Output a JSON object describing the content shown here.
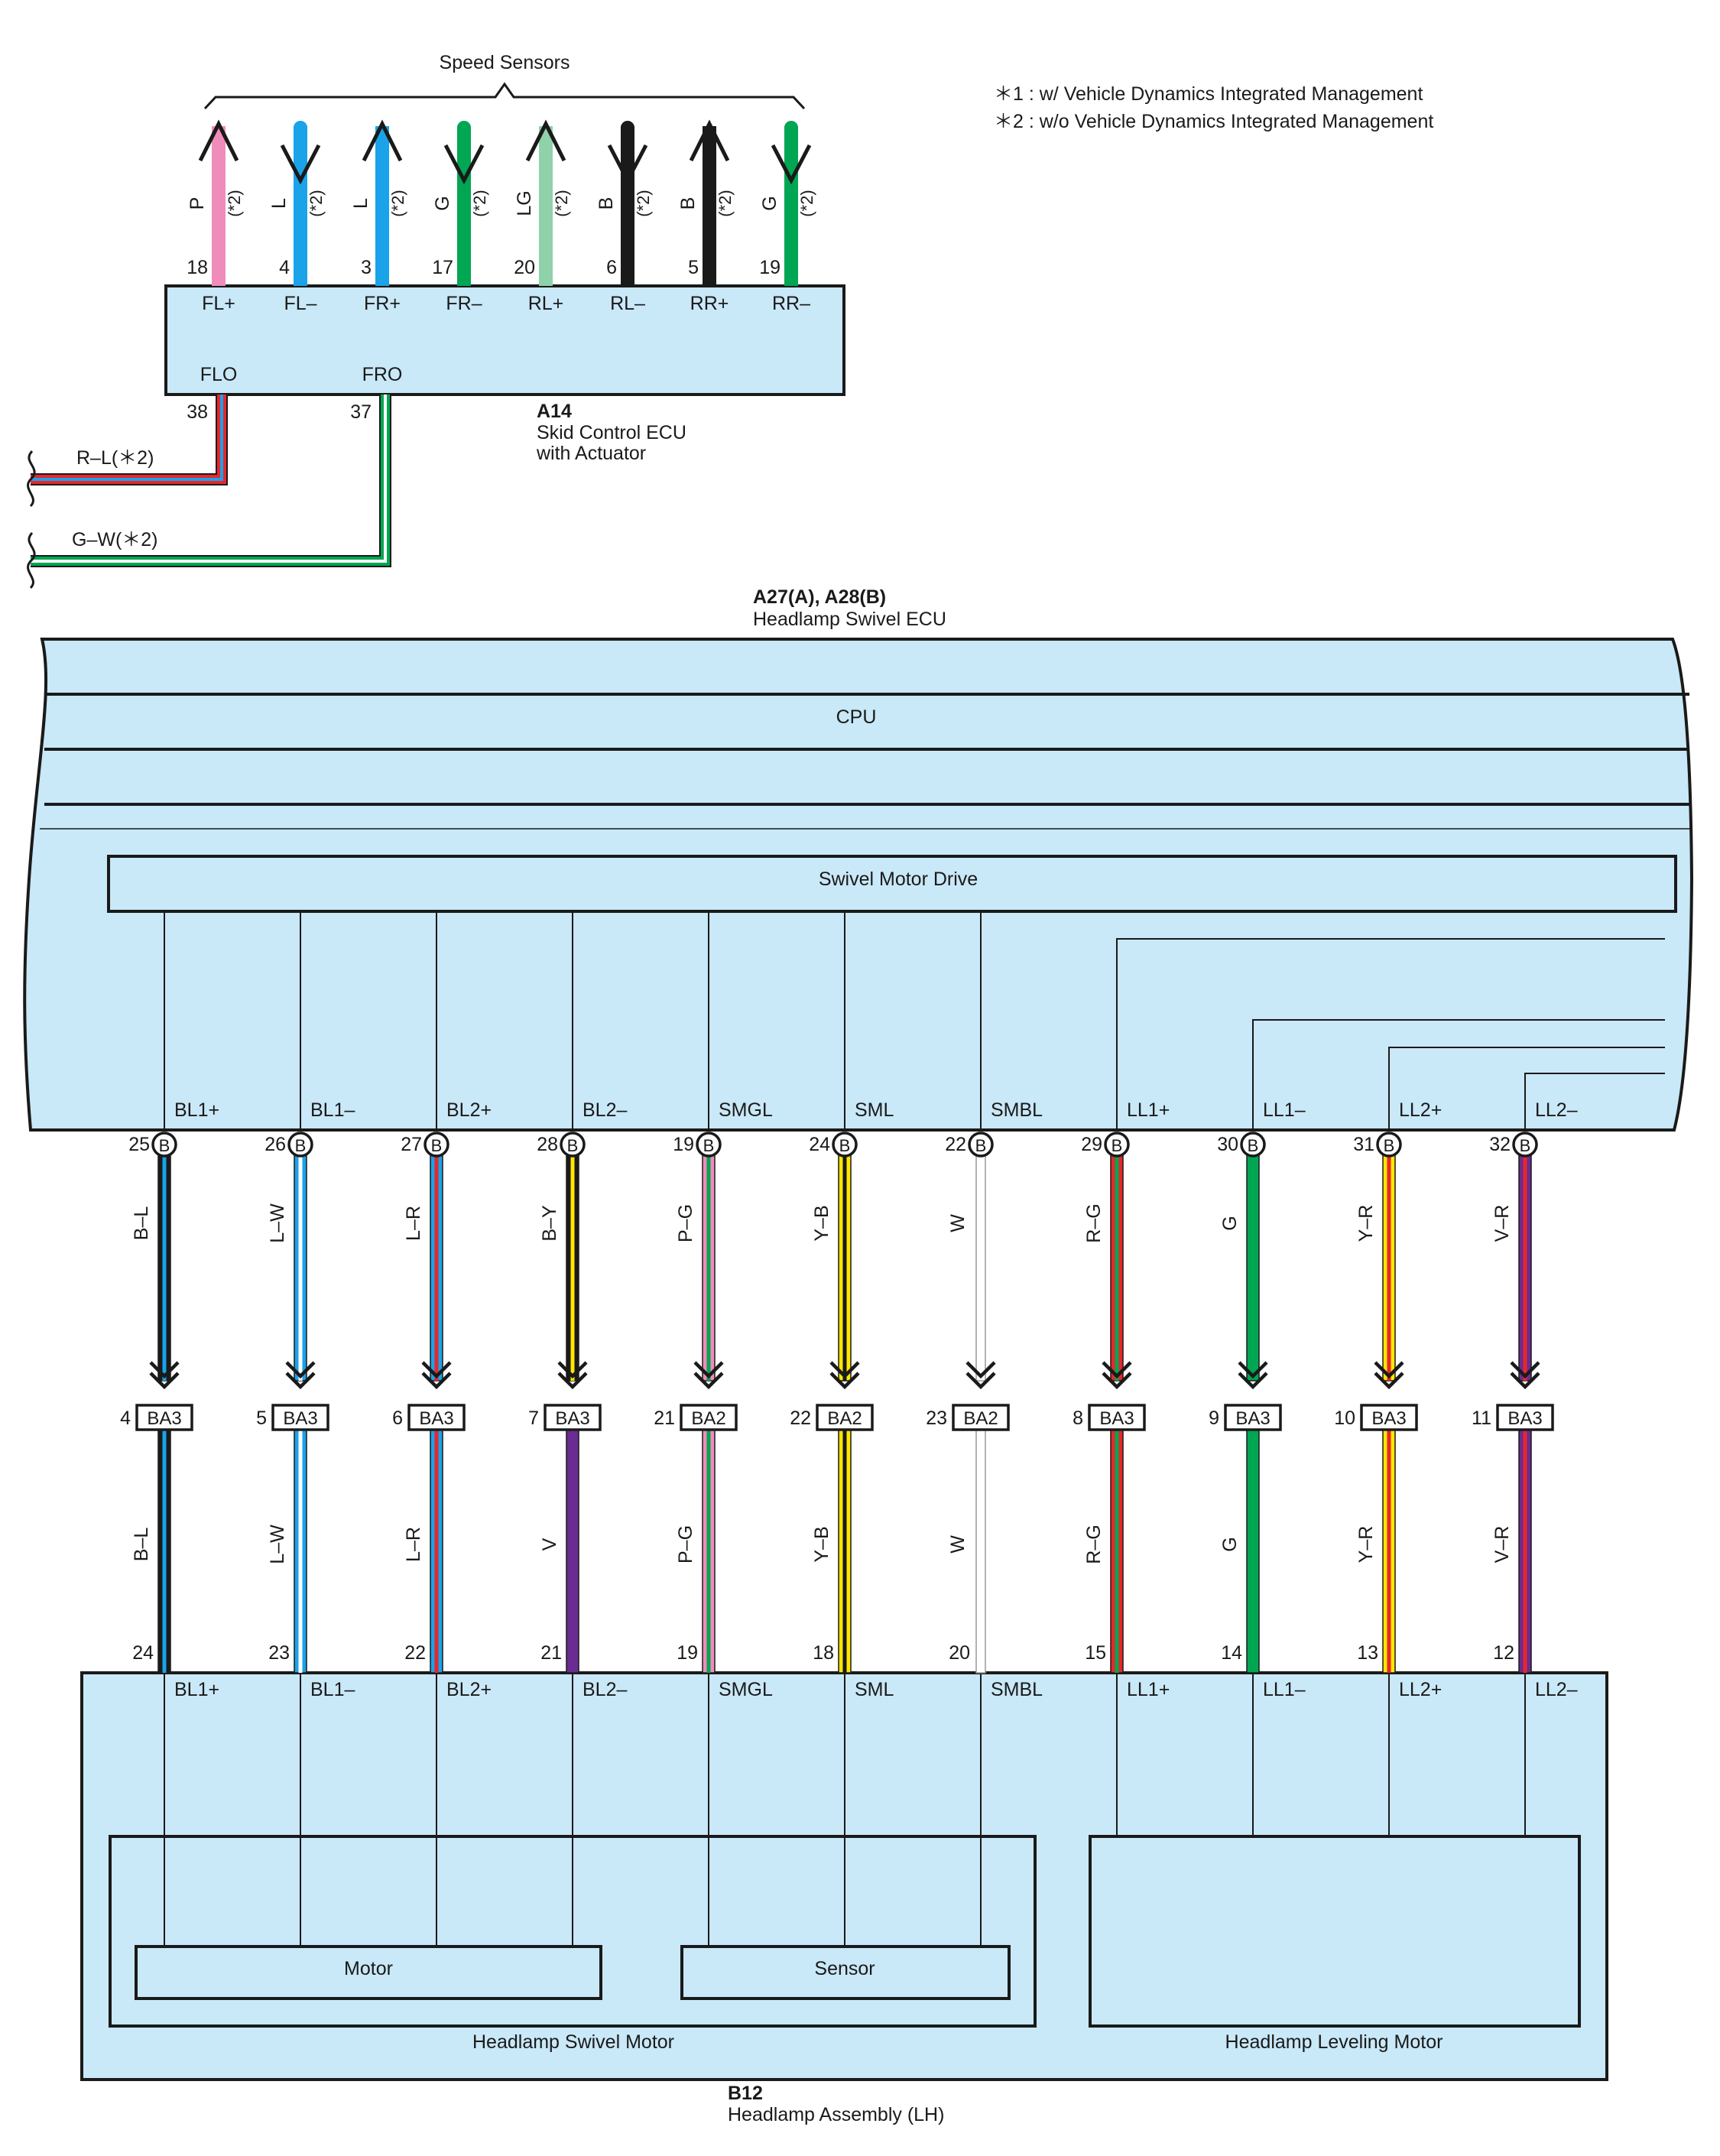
{
  "speed_sensors": {
    "title": "Speed Sensors",
    "pins": [
      {
        "wire": "P",
        "note": "(*2)",
        "pin": "18",
        "label": "FL+",
        "dir": "up",
        "color": "#f08cbc"
      },
      {
        "wire": "L",
        "note": "(*2)",
        "pin": "4",
        "label": "FL–",
        "dir": "down",
        "color": "#1aa3e8"
      },
      {
        "wire": "L",
        "note": "(*2)",
        "pin": "3",
        "label": "FR+",
        "dir": "up",
        "color": "#1aa3e8"
      },
      {
        "wire": "G",
        "note": "(*2)",
        "pin": "17",
        "label": "FR–",
        "dir": "down",
        "color": "#00a651"
      },
      {
        "wire": "LG",
        "note": "(*2)",
        "pin": "20",
        "label": "RL+",
        "dir": "up",
        "color": "#8fd1a8"
      },
      {
        "wire": "B",
        "note": "(*2)",
        "pin": "6",
        "label": "RL–",
        "dir": "down",
        "color": "#1a1a1a"
      },
      {
        "wire": "B",
        "note": "(*2)",
        "pin": "5",
        "label": "RR+",
        "dir": "up",
        "color": "#1a1a1a"
      },
      {
        "wire": "G",
        "note": "(*2)",
        "pin": "19",
        "label": "RR–",
        "dir": "down",
        "color": "#00a651"
      }
    ]
  },
  "notes": [
    {
      "mark": "＊1",
      "text": ": w/ Vehicle Dynamics Integrated Management"
    },
    {
      "mark": "＊2",
      "text": ": w/o Vehicle Dynamics Integrated Management"
    }
  ],
  "skid_ecu": {
    "code": "A14",
    "name_line1": "Skid Control ECU",
    "name_line2": "with Actuator",
    "outputs": [
      {
        "label": "FLO",
        "pin": "38",
        "wire": "R–L(＊2)",
        "c1": "#e8262c",
        "c2": "#1aa3e8"
      },
      {
        "label": "FRO",
        "pin": "37",
        "wire": "G–W(＊2)",
        "c1": "#00a651",
        "c2": "#ffffff"
      }
    ]
  },
  "swivel_ecu": {
    "code": "A27(A), A28(B)",
    "name": "Headlamp Swivel ECU",
    "cpu_label": "CPU",
    "drive_label": "Swivel Motor Drive",
    "conn_letter": "B"
  },
  "circuits": [
    {
      "sig": "BL1+",
      "ecu_pin": "25",
      "wire_top": "B–L",
      "c1": "#1a1a1a",
      "c2": "#1aa3e8",
      "j_pin": "4",
      "j_conn": "BA3",
      "wire_bot": "B–L",
      "b1": "#1a1a1a",
      "b2": "#1aa3e8",
      "hl_pin": "24"
    },
    {
      "sig": "BL1–",
      "ecu_pin": "26",
      "wire_top": "L–W",
      "c1": "#1aa3e8",
      "c2": "#ffffff",
      "j_pin": "5",
      "j_conn": "BA3",
      "wire_bot": "L–W",
      "b1": "#1aa3e8",
      "b2": "#ffffff",
      "hl_pin": "23"
    },
    {
      "sig": "BL2+",
      "ecu_pin": "27",
      "wire_top": "L–R",
      "c1": "#1aa3e8",
      "c2": "#e8262c",
      "j_pin": "6",
      "j_conn": "BA3",
      "wire_bot": "L–R",
      "b1": "#1aa3e8",
      "b2": "#e8262c",
      "hl_pin": "22"
    },
    {
      "sig": "BL2–",
      "ecu_pin": "28",
      "wire_top": "B–Y",
      "c1": "#1a1a1a",
      "c2": "#ffe600",
      "j_pin": "7",
      "j_conn": "BA3",
      "wire_bot": "V",
      "b1": "#6a2c91",
      "b2": "#6a2c91",
      "hl_pin": "21"
    },
    {
      "sig": "SMGL",
      "ecu_pin": "19",
      "wire_top": "P–G",
      "c1": "#f08cbc",
      "c2": "#00a651",
      "j_pin": "21",
      "j_conn": "BA2",
      "wire_bot": "P–G",
      "b1": "#f08cbc",
      "b2": "#00a651",
      "hl_pin": "19"
    },
    {
      "sig": "SML",
      "ecu_pin": "24",
      "wire_top": "Y–B",
      "c1": "#ffe600",
      "c2": "#1a1a1a",
      "j_pin": "22",
      "j_conn": "BA2",
      "wire_bot": "Y–B",
      "b1": "#ffe600",
      "b2": "#1a1a1a",
      "hl_pin": "18"
    },
    {
      "sig": "SMBL",
      "ecu_pin": "22",
      "wire_top": "W",
      "c1": "#ffffff",
      "c2": "#ffffff",
      "j_pin": "23",
      "j_conn": "BA2",
      "wire_bot": "W",
      "b1": "#ffffff",
      "b2": "#ffffff",
      "hl_pin": "20"
    },
    {
      "sig": "LL1+",
      "ecu_pin": "29",
      "wire_top": "R–G",
      "c1": "#e8262c",
      "c2": "#00a651",
      "j_pin": "8",
      "j_conn": "BA3",
      "wire_bot": "R–G",
      "b1": "#e8262c",
      "b2": "#00a651",
      "hl_pin": "15"
    },
    {
      "sig": "LL1–",
      "ecu_pin": "30",
      "wire_top": "G",
      "c1": "#00a651",
      "c2": "#00a651",
      "j_pin": "9",
      "j_conn": "BA3",
      "wire_bot": "G",
      "b1": "#00a651",
      "b2": "#00a651",
      "hl_pin": "14"
    },
    {
      "sig": "LL2+",
      "ecu_pin": "31",
      "wire_top": "Y–R",
      "c1": "#ffe600",
      "c2": "#e8262c",
      "j_pin": "10",
      "j_conn": "BA3",
      "wire_bot": "Y–R",
      "b1": "#ffe600",
      "b2": "#e8262c",
      "hl_pin": "13"
    },
    {
      "sig": "LL2–",
      "ecu_pin": "32",
      "wire_top": "V–R",
      "c1": "#6a2c91",
      "c2": "#e8262c",
      "j_pin": "11",
      "j_conn": "BA3",
      "wire_bot": "V–R",
      "b1": "#6a2c91",
      "b2": "#e8262c",
      "hl_pin": "12"
    }
  ],
  "headlamp": {
    "code": "B12",
    "name": "Headlamp Assembly (LH)",
    "motor_label": "Motor",
    "sensor_label": "Sensor",
    "swivel_motor_label": "Headlamp Swivel Motor",
    "leveling_motor_label": "Headlamp Leveling Motor"
  },
  "colors": {
    "box_fill": "#c9e8f8",
    "outline": "#1a1a1a"
  }
}
